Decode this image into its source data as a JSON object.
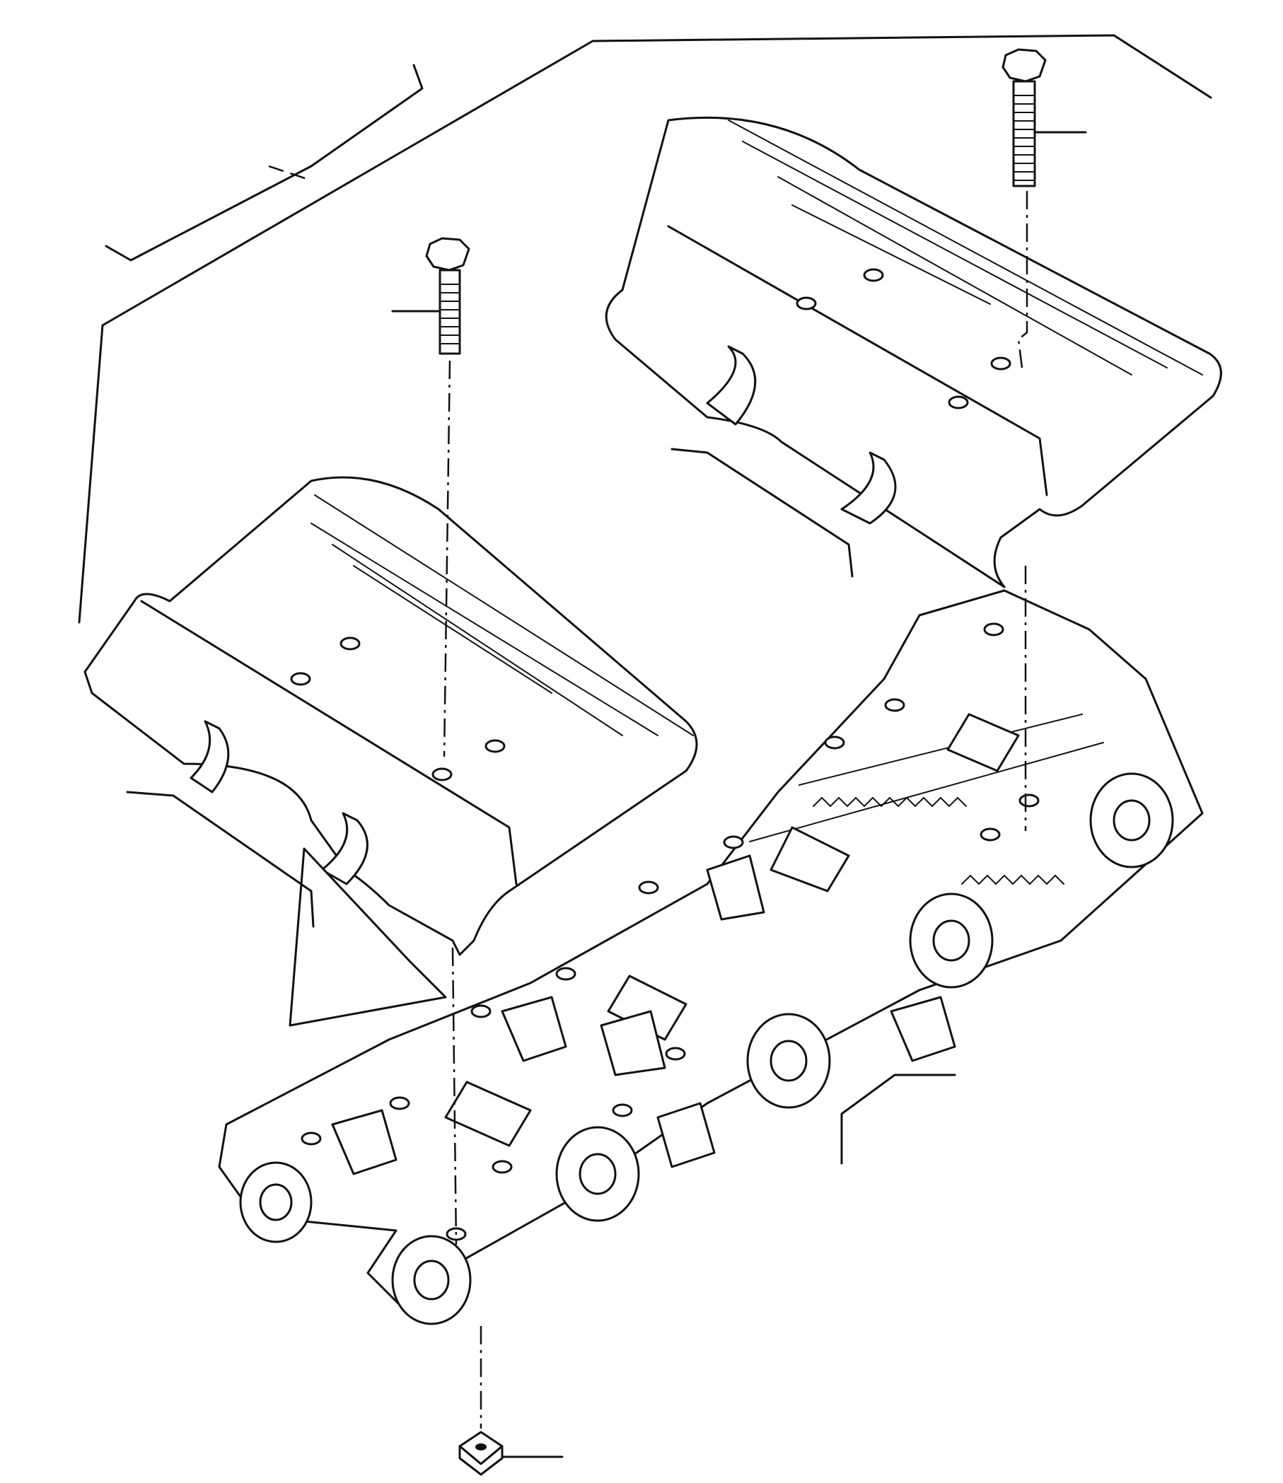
{
  "diagram": {
    "parts": [
      {
        "name": "track-shoe",
        "icon": "grouser-shoe-icon"
      },
      {
        "name": "shoe-bolt",
        "icon": "hex-bolt-icon"
      },
      {
        "name": "shoe-nut",
        "icon": "square-nut-icon"
      },
      {
        "name": "track-link-assembly",
        "icon": "track-chain-icon"
      }
    ],
    "callout_labels": []
  },
  "colors": {
    "line": "#111111",
    "background": "#ffffff"
  }
}
